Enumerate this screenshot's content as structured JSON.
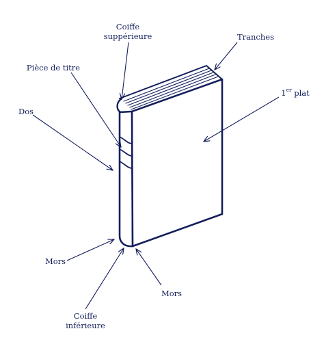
{
  "colors": {
    "ink": "#141f5c",
    "background": "#ffffff"
  },
  "labels": {
    "coiffe_sup": {
      "line1": "Coiffe",
      "line2": "suppérieure"
    },
    "tranches": "Tranches",
    "piece_titre": "Pièce de titre",
    "premier_plat": {
      "number": "1",
      "superscript": "er",
      "word": "plat"
    },
    "dos": "Dos",
    "mors_left": "Mors",
    "mors_right": "Mors",
    "coiffe_inf": {
      "line1": "Coiffe",
      "line2": "inférieure"
    }
  }
}
